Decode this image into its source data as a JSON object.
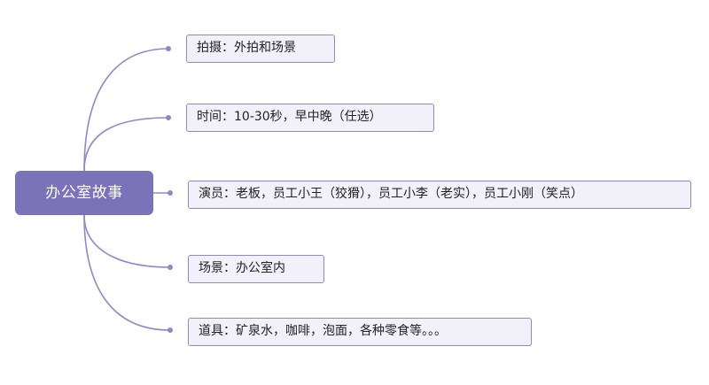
{
  "root": {
    "label": "办公室故事"
  },
  "branches": [
    {
      "label": "拍摄：外拍和场景"
    },
    {
      "label": "时间：10-30秒，早中晚（任选）"
    },
    {
      "label": "演员：老板，员工小王（狡猾），员工小李（老实），员工小刚（笑点）"
    },
    {
      "label": "场景：办公室内"
    },
    {
      "label": "道具：矿泉水，咖啡，泡面，各种零食等。。。"
    }
  ],
  "colors": {
    "root_fill": "#7b73b9",
    "connector": "#8f88c6",
    "node_fill": "#f2f1fa",
    "node_border": "#8f88c6"
  }
}
